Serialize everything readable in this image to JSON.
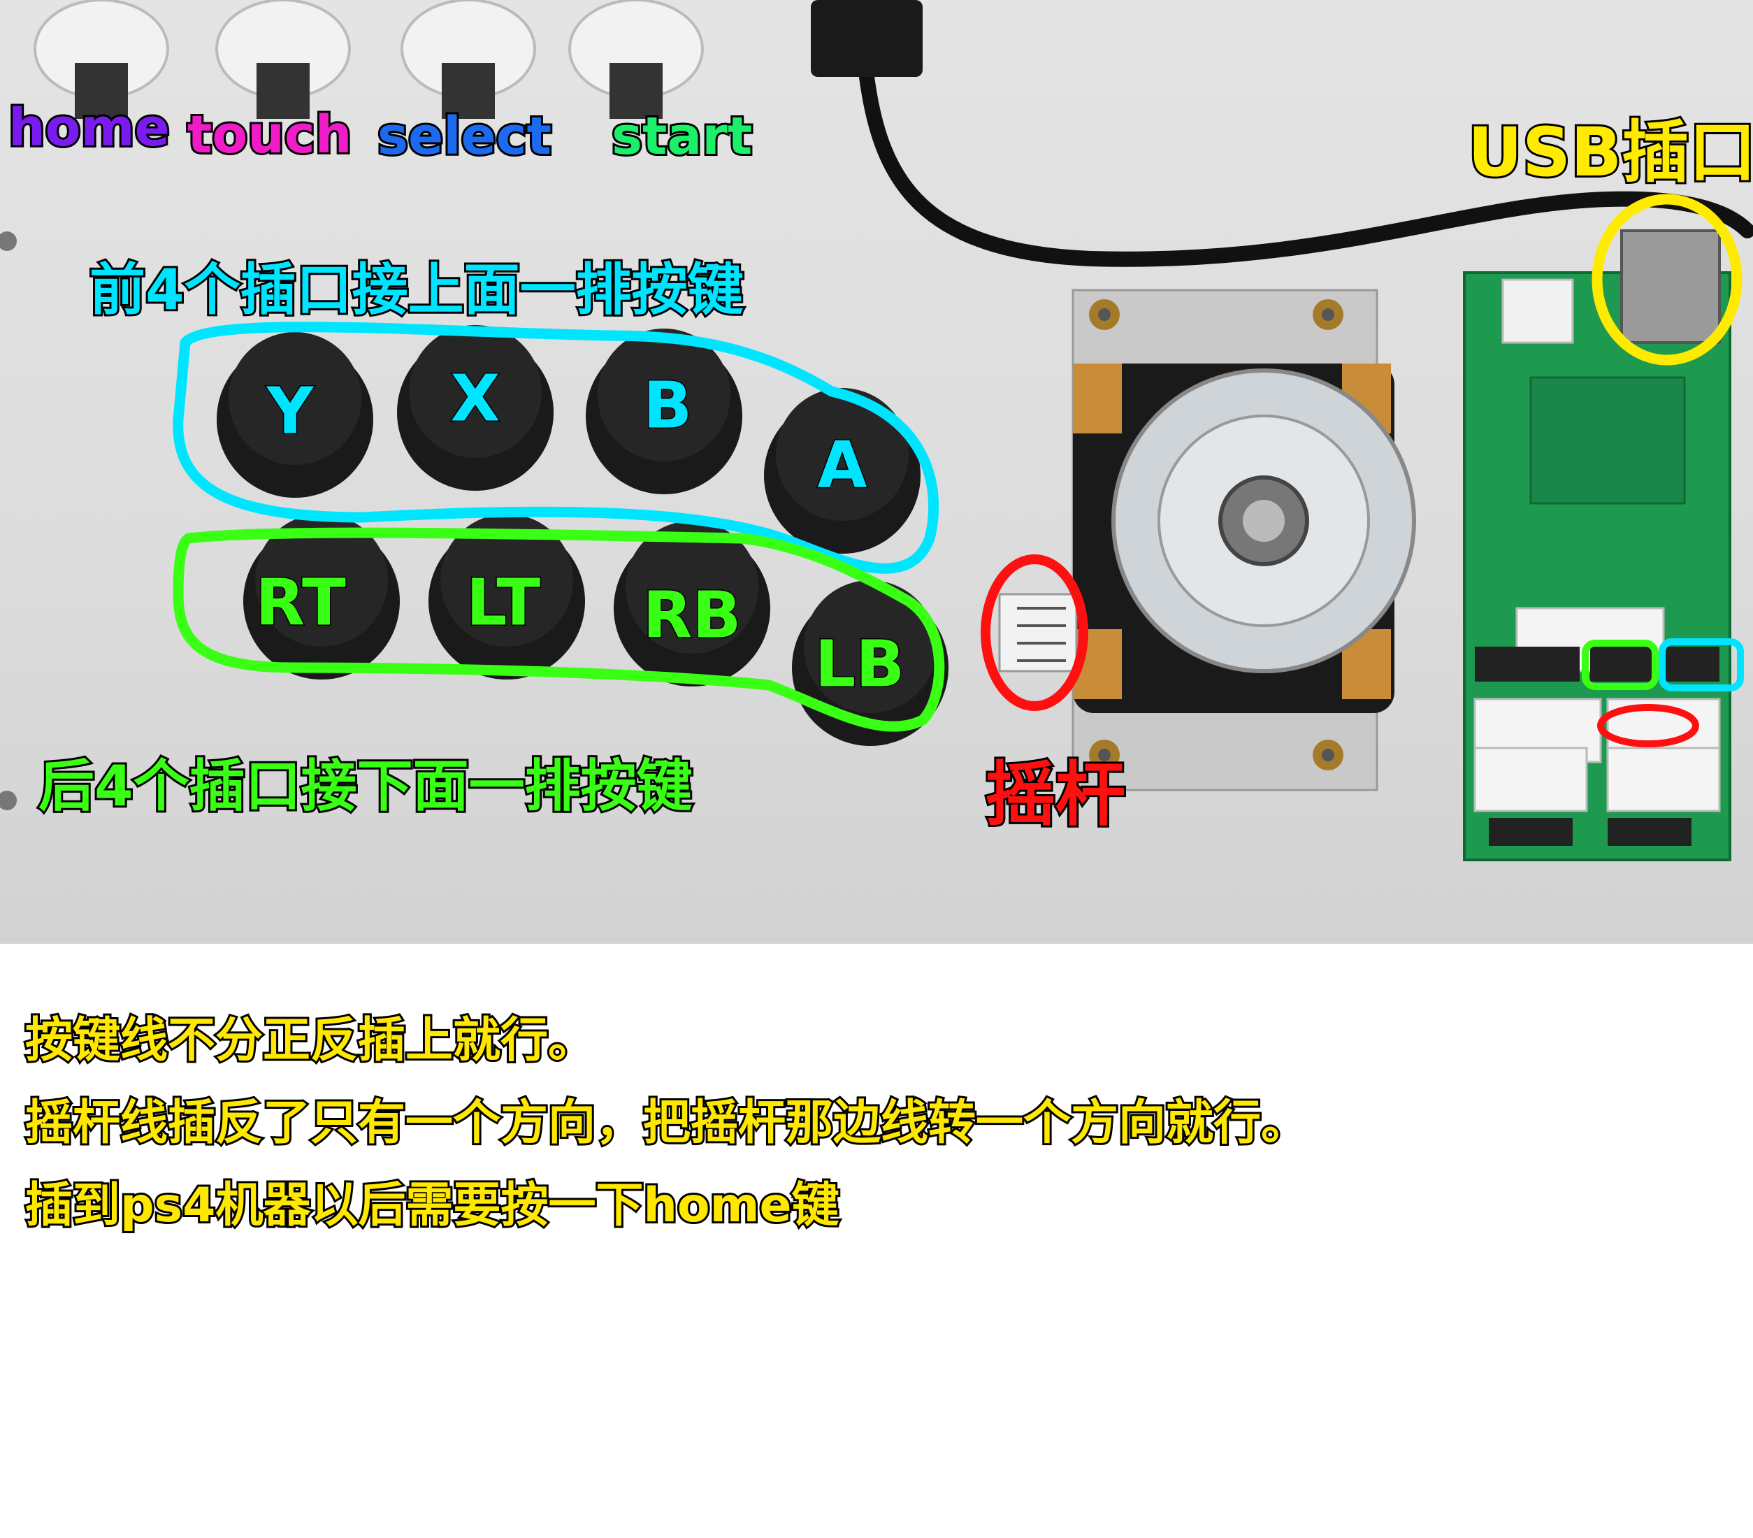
{
  "top_buttons": [
    {
      "label": "home",
      "color": "#7a1cf0"
    },
    {
      "label": "touch",
      "color": "#f01cc8"
    },
    {
      "label": "select",
      "color": "#1c6af0"
    },
    {
      "label": "start",
      "color": "#1cf06a"
    }
  ],
  "usb_label": "USB插口",
  "upper_row": {
    "caption": "前4个插口接上面一排按键",
    "buttons": [
      "Y",
      "X",
      "B",
      "A"
    ],
    "color": "#00e5ff"
  },
  "lower_row": {
    "caption": "后4个插口接下面一排按键",
    "buttons": [
      "RT",
      "LT",
      "RB",
      "LB"
    ],
    "color": "#39ff14"
  },
  "joystick_label": "摇杆",
  "colors": {
    "usb": "#ffeb00",
    "joystick": "#ff1010",
    "pcb": "#1e9a50"
  },
  "notes": [
    "按键线不分正反插上就行。",
    "摇杆线插反了只有一个方向，把摇杆那边线转一个方向就行。",
    "插到ps4机器以后需要按一下home键"
  ]
}
